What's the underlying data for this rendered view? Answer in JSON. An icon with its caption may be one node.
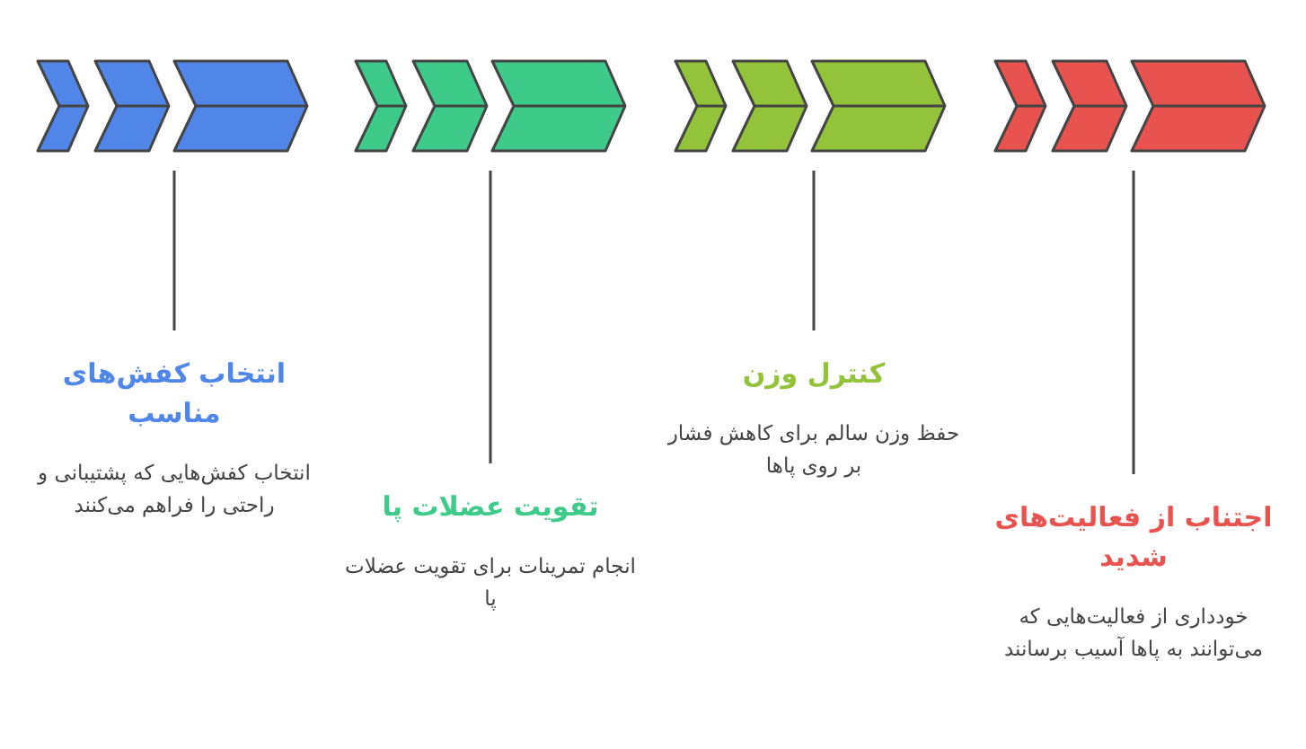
{
  "diagram": {
    "nodes": [
      {
        "text": [],
        "shape": "chevron"
      },
      {
        "text": [],
        "shape": "chevron"
      },
      {
        "text": [],
        "shape": "chevron"
      },
      {
        "text": [],
        "shape": "chevron"
      },
      {
        "text": [
          "انتخاب کفش‌های مناسب",
          "انتخاب کفش‌هایی که پشتیبانی و راحتی را فراهم می‌کنند"
        ]
      },
      {
        "text": [
          "تقویت عضلات پا",
          "انجام تمرینات برای تقویت عضلات پا"
        ]
      },
      {
        "text": [
          "کنترل وزن",
          "حفظ وزن سالم برای کاهش فشار بر روی پاها"
        ]
      },
      {
        "text": [
          "اجتناب از فعالیت‌های شدید",
          "خودداری از فعالیت‌هایی که می‌توانند به پاها آسیب برسانند"
        ]
      }
    ],
    "edges": [
      {
        "from": 0,
        "to": 4,
        "arrow": "none"
      },
      {
        "from": 1,
        "to": 5,
        "arrow": "none"
      },
      {
        "from": 2,
        "to": 6,
        "arrow": "none"
      },
      {
        "from": 3,
        "to": 7,
        "arrow": "none"
      }
    ]
  }
}
